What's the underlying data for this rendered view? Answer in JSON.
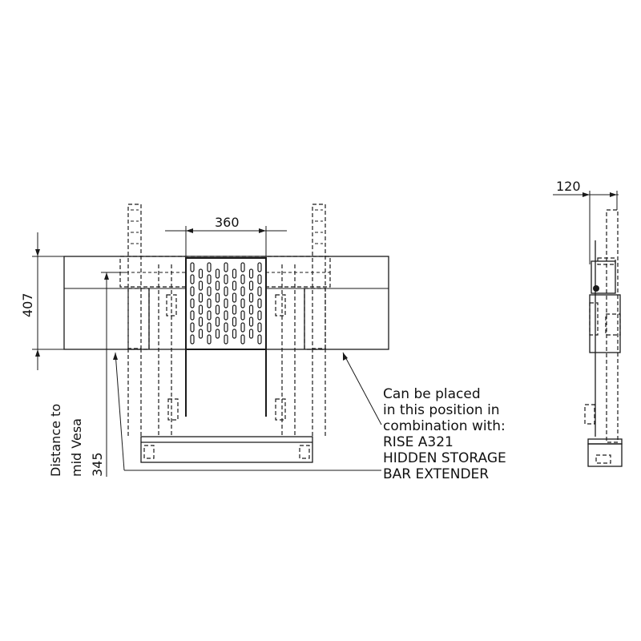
{
  "dimensions": {
    "width_top": "360",
    "height_left": "407",
    "distance_label_line1": "Distance to",
    "distance_label_line2": "mid Vesa",
    "distance_value": "345",
    "side_depth": "120"
  },
  "note": {
    "lines": [
      "Can be placed",
      "in this position in",
      "combination with:",
      "RISE A321",
      "HIDDEN STORAGE",
      "BAR EXTENDER"
    ]
  },
  "colors": {
    "line": "#1a1a1a",
    "background": "#ffffff"
  }
}
